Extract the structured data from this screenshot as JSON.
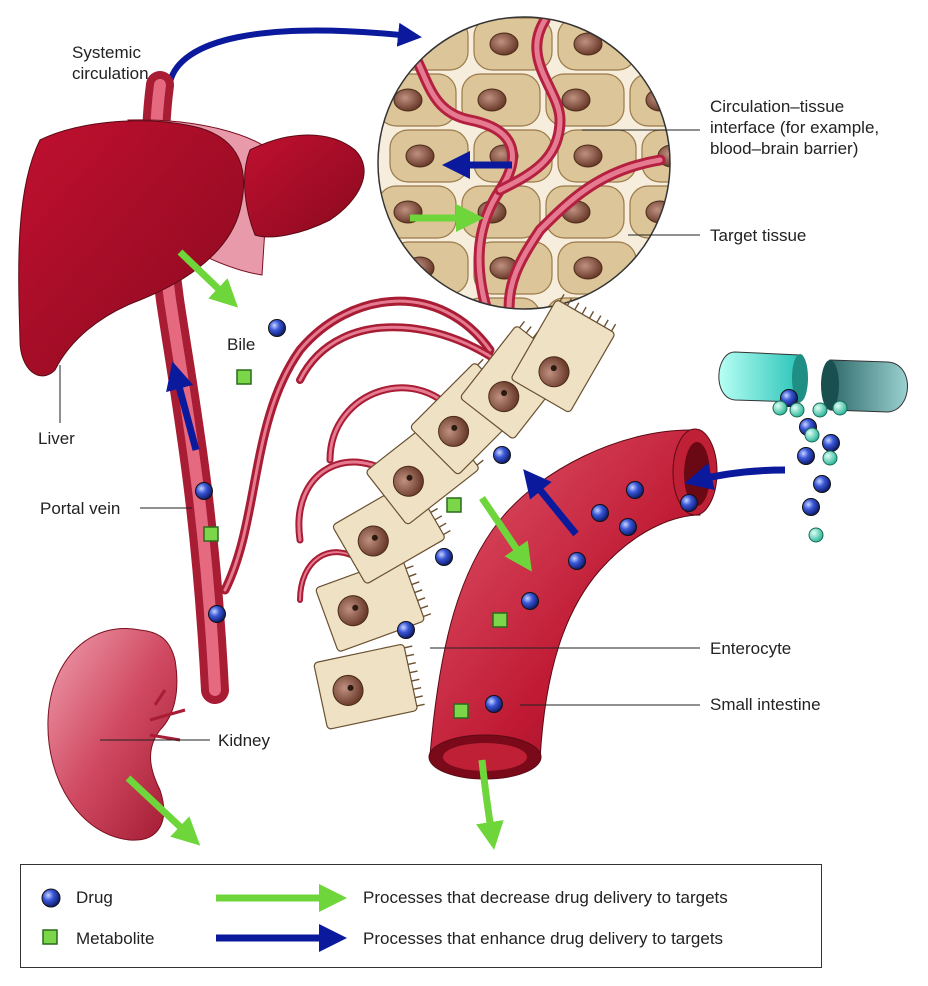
{
  "labels": {
    "systemic": "Systemic\ncirculation",
    "interface": "Circulation–tissue\ninterface (for example,\nblood–brain barrier)",
    "target_tissue": "Target tissue",
    "bile": "Bile",
    "liver": "Liver",
    "portal_vein": "Portal vein",
    "enterocyte": "Enterocyte",
    "small_intestine": "Small intestine",
    "kidney": "Kidney"
  },
  "legend": {
    "drug": "Drug",
    "metabolite": "Metabolite",
    "decrease": "Processes that decrease drug delivery to targets",
    "enhance": "Processes that enhance drug delivery to targets"
  },
  "colors": {
    "drug_blue": "#2a3fb8",
    "metabolite_green": "#7bd64a",
    "decrease_arrow": "#6ed63a",
    "enhance_arrow": "#0b1a9c",
    "organ_red": "#b0102a",
    "vessel_pink": "#d8485a",
    "cell_tan": "#e8d8b4"
  }
}
